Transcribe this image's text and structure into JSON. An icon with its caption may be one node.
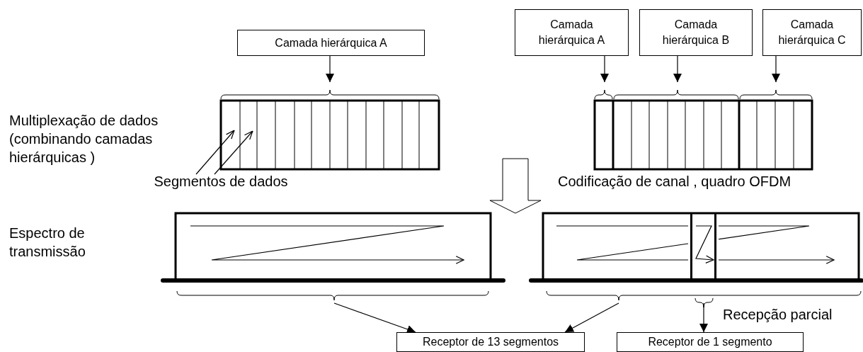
{
  "diagram": {
    "nodes": [
      {
        "text": [
          "Camada hierárquica A"
        ]
      },
      {
        "text": [
          "Camada hierárquica A"
        ]
      },
      {
        "text": [
          "Camada hierárquica B"
        ]
      },
      {
        "text": [
          "Camada hierárquica C"
        ]
      },
      {
        "text": [],
        "shape": "box"
      },
      {
        "text": [],
        "shape": "box"
      },
      {
        "text": [
          "Segmentos de dados"
        ]
      },
      {
        "text": [],
        "shape": "box"
      },
      {
        "text": [],
        "shape": "box"
      },
      {
        "text": [],
        "shape": "box",
        "in": 8
      },
      {
        "text": [
          "Receptor de 13 segmentos"
        ]
      },
      {
        "text": [
          "Receptor de 1 segmento"
        ]
      }
    ],
    "edges": [
      {
        "from": 0,
        "to": 4,
        "arrow": "to"
      },
      {
        "from": 1,
        "to": 5,
        "arrow": "to"
      },
      {
        "from": 2,
        "to": 5,
        "arrow": "to"
      },
      {
        "from": 3,
        "to": 5,
        "arrow": "to"
      },
      {
        "from": 6,
        "to": 4,
        "arrow": "to"
      },
      {
        "from": 6,
        "to": 4,
        "arrow": "to"
      },
      {
        "from": 7,
        "to": 10,
        "arrow": "to"
      },
      {
        "from": 8,
        "to": 10,
        "arrow": "to"
      },
      {
        "from": 9,
        "to": 11,
        "arrow": "to",
        "label": "Recepção parcial"
      }
    ],
    "labels": [
      "Multiplexação de dados (combinando camadas hierárquicas )",
      "Codificação de canal , quadro OFDM",
      "Espectro de transmissão"
    ]
  }
}
